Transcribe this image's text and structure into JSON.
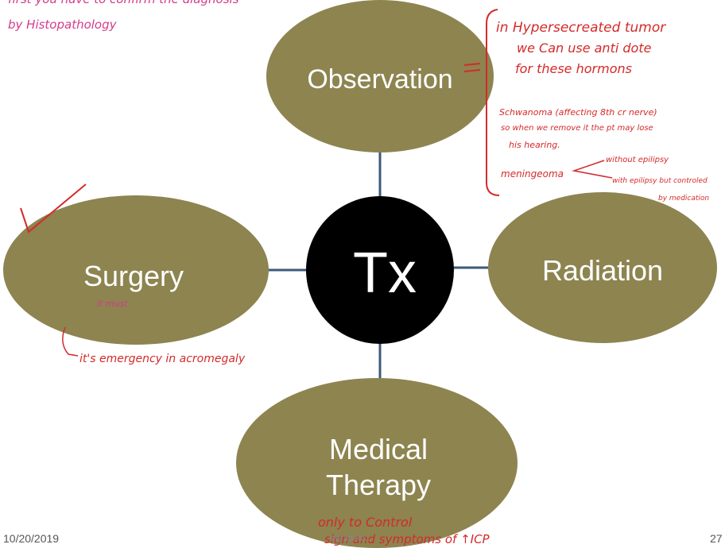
{
  "colors": {
    "node_fill": "#8d8450",
    "center_fill": "#000000",
    "connector": "#3d5a7a",
    "annotation_red": "#d42a2a",
    "annotation_pink": "#d63a8c"
  },
  "diagram": {
    "center": {
      "label": "Tx"
    },
    "nodes": {
      "observation": {
        "label": "Observation"
      },
      "surgery": {
        "label": "Surgery"
      },
      "radiation": {
        "label": "Radiation"
      },
      "medical_line1": "Medical",
      "medical_line2": "Therapy"
    }
  },
  "annotations": {
    "top_left_line1": "first you have to confirm the diagnosis",
    "top_left_line2": "by Histopathology",
    "obs_note_1": "in Hypersecreated tumor",
    "obs_note_2": "we Can use anti dote",
    "obs_note_3": "for these hormons",
    "obs_note_4": "Schwanoma (affecting 8th cr nerve)",
    "obs_note_5": "so when we remove it the pt may lose",
    "obs_note_6": "his hearing.",
    "obs_note_7": "meningeoma",
    "obs_note_8": "without epilipsy",
    "obs_note_9": "with epilipsy but controled",
    "obs_note_10": "by medication",
    "surgery_sub": "it must",
    "surgery_note": "it's emergency in acromegaly",
    "medical_note_1": "only to Control",
    "medical_note_2": "sign and symptoms of ↑ICP"
  },
  "footer": {
    "date": "10/20/2019",
    "page": "27",
    "center_text": "sigradam..."
  }
}
